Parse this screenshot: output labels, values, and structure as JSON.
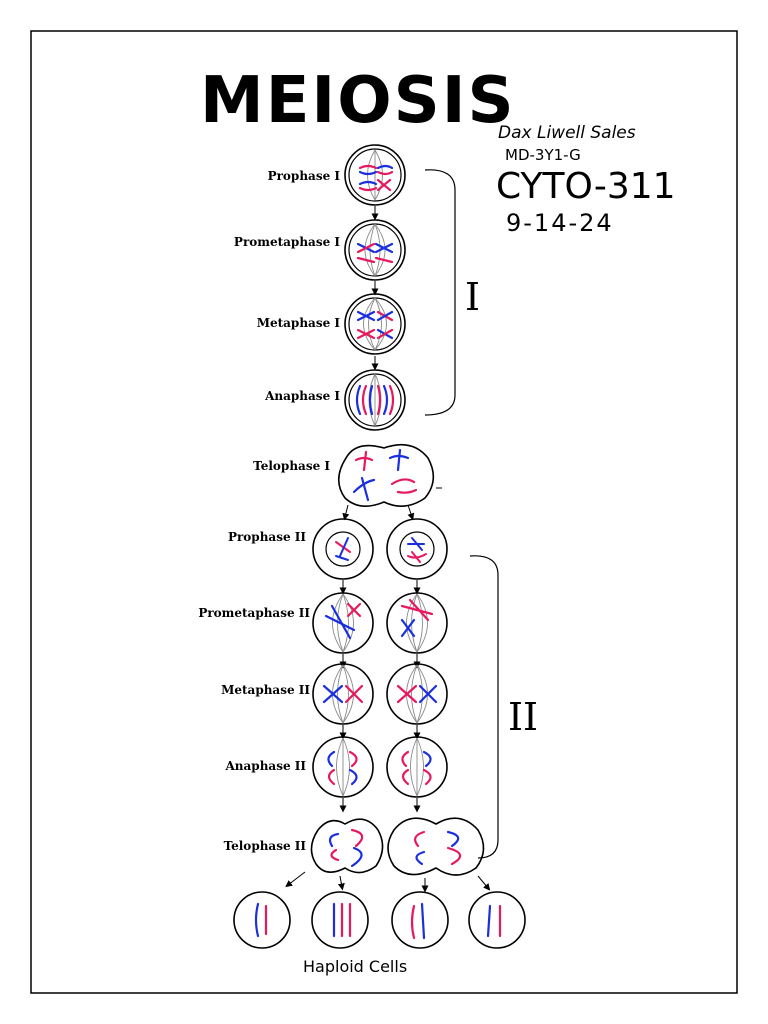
{
  "title": "MEIOSIS",
  "author": {
    "name": "Dax Liwell Sales",
    "section": "MD-3Y1-G",
    "course": "CYTO-311",
    "date": "9-14-24"
  },
  "meiosis_one": {
    "label": "I",
    "stages": [
      "Prophase I",
      "Prometaphase I",
      "Metaphase I",
      "Anaphase I",
      "Telophase I"
    ]
  },
  "meiosis_two": {
    "label": "II",
    "stages": [
      "Prophase II",
      "Prometaphase II",
      "Metaphase II",
      "Anaphase II",
      "Telophase II"
    ]
  },
  "caption": "Haploid Cells",
  "colors": {
    "maternal": "#e8185c",
    "paternal": "#1a2fe0",
    "ink": "#000000",
    "spindle": "#8a8a8a"
  }
}
